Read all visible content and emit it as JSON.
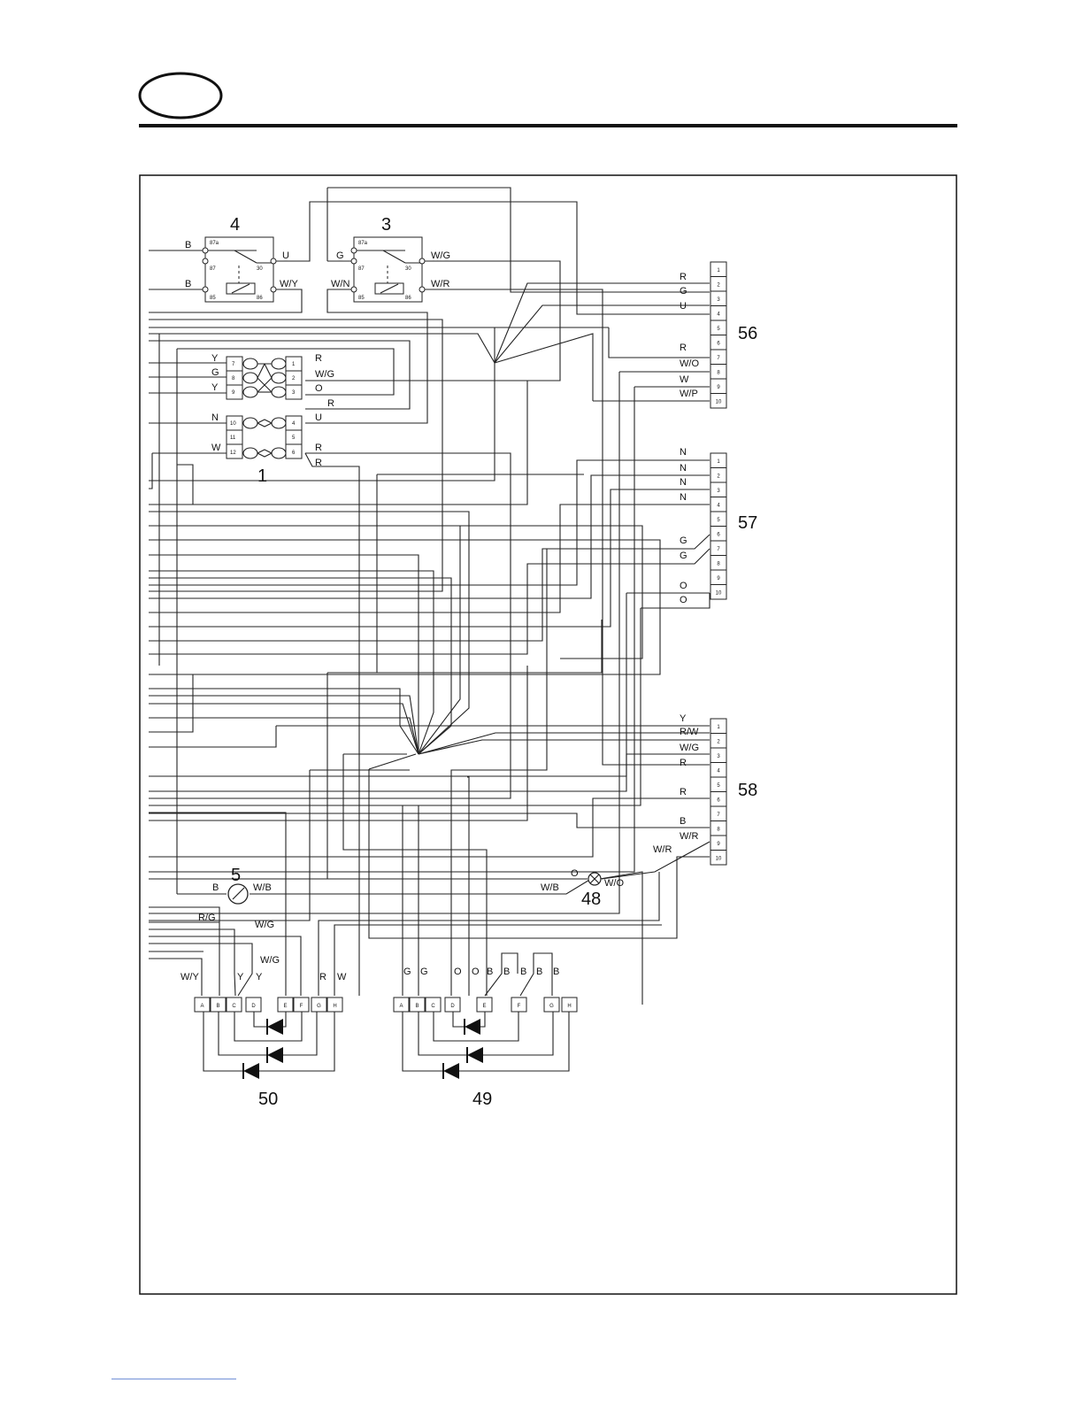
{
  "relays": [
    {
      "id": "4",
      "left_labels": [
        "B",
        "B"
      ],
      "right_labels": [
        "U",
        "W/Y"
      ],
      "terminals": [
        "87a",
        "87",
        "30",
        "85",
        "86"
      ]
    },
    {
      "id": "3",
      "left_labels": [
        "G",
        "W/N"
      ],
      "right_labels": [
        "W/G",
        "W/R"
      ],
      "terminals": [
        "87a",
        "87",
        "30",
        "85",
        "86"
      ]
    }
  ],
  "connector_1": {
    "id": "1",
    "left_pins": [
      "7",
      "8",
      "9",
      "10",
      "11",
      "12"
    ],
    "right_pins": [
      "1",
      "2",
      "3",
      "4",
      "5",
      "6"
    ],
    "left_labels": [
      "Y",
      "G",
      "Y",
      "N",
      "W"
    ],
    "right_labels": [
      "R",
      "W/G",
      "O",
      "R",
      "U",
      "R",
      "R"
    ]
  },
  "connectors": [
    {
      "id": "56",
      "pins": [
        "1",
        "2",
        "3",
        "4",
        "5",
        "6",
        "7",
        "8",
        "9",
        "10"
      ],
      "labels": [
        "R",
        "G",
        "U",
        "R",
        "W/O",
        "W",
        "W/P"
      ]
    },
    {
      "id": "57",
      "pins": [
        "1",
        "2",
        "3",
        "4",
        "5",
        "6",
        "7",
        "8",
        "9",
        "10"
      ],
      "labels": [
        "N",
        "N",
        "N",
        "N",
        "G",
        "G",
        "O",
        "O"
      ]
    },
    {
      "id": "58",
      "pins": [
        "1",
        "2",
        "3",
        "4",
        "5",
        "6",
        "7",
        "8",
        "9",
        "10"
      ],
      "labels": [
        "Y",
        "R/W",
        "W/G",
        "R",
        "R",
        "B",
        "W/R",
        "W/R"
      ]
    }
  ],
  "gauge_5": {
    "id": "5",
    "labels": [
      "B",
      "W/B"
    ]
  },
  "lamp_48": {
    "id": "48",
    "labels": [
      "O",
      "W/B",
      "W/O"
    ]
  },
  "diode_pack_50": {
    "id": "50",
    "pins": [
      "A",
      "B",
      "C",
      "D",
      "E",
      "F",
      "G",
      "H"
    ],
    "labels": [
      "R/G",
      "W/G",
      "W/G",
      "W/Y",
      "Y",
      "Y",
      "R",
      "W"
    ]
  },
  "diode_pack_49": {
    "id": "49",
    "pins": [
      "A",
      "B",
      "C",
      "D",
      "E",
      "F",
      "G",
      "H"
    ],
    "labels": [
      "G",
      "G",
      "O",
      "O",
      "B",
      "B",
      "B",
      "B",
      "B"
    ]
  }
}
